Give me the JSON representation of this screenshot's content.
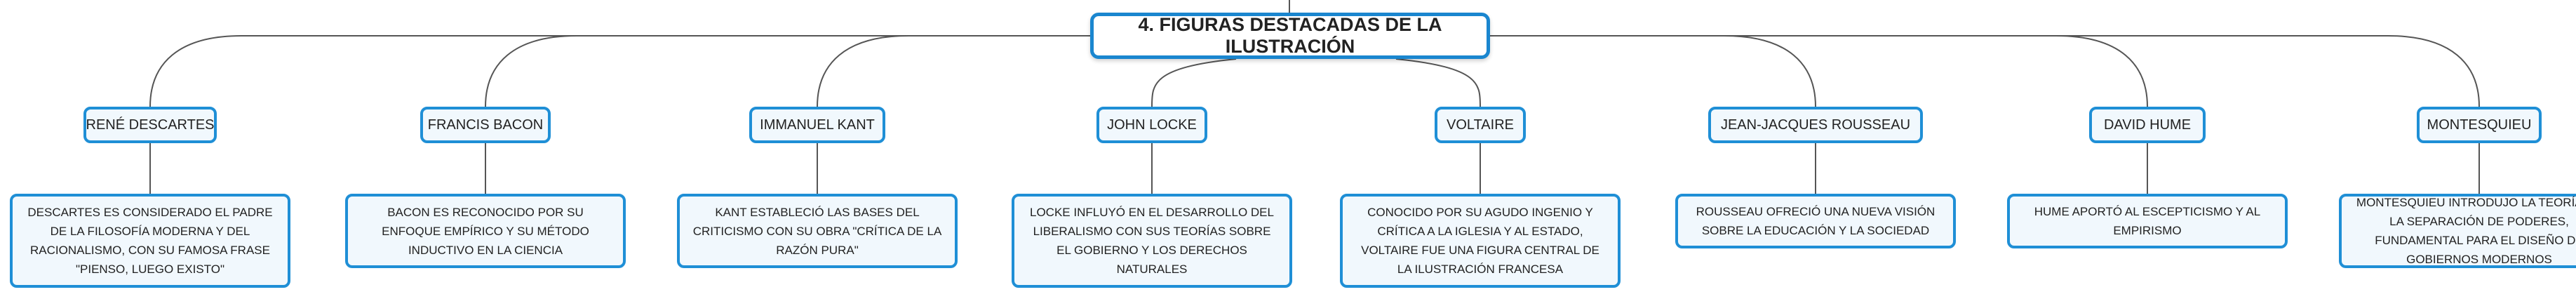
{
  "root": {
    "title": "4. FIGURAS DESTACADAS DE LA ILUSTRACIÓN"
  },
  "figures": [
    {
      "name": "RENÉ DESCARTES",
      "desc": "DESCARTES ES CONSIDERADO EL PADRE DE LA FILOSOFÍA MODERNA Y DEL RACIONALISMO, CON SU FAMOSA FRASE \"PIENSO, LUEGO EXISTO\""
    },
    {
      "name": "FRANCIS BACON",
      "desc": "BACON ES RECONOCIDO POR SU ENFOQUE EMPÍRICO Y SU MÉTODO INDUCTIVO EN LA CIENCIA"
    },
    {
      "name": "IMMANUEL KANT",
      "desc": "KANT ESTABLECIÓ LAS BASES DEL CRITICISMO CON SU OBRA \"CRÍTICA DE LA RAZÓN PURA\""
    },
    {
      "name": "JOHN LOCKE",
      "desc": "LOCKE INFLUYÓ EN EL DESARROLLO DEL LIBERALISMO CON SUS TEORÍAS SOBRE EL GOBIERNO Y LOS DERECHOS NATURALES"
    },
    {
      "name": "VOLTAIRE",
      "desc": "CONOCIDO POR SU AGUDO INGENIO Y CRÍTICA A LA IGLESIA Y AL ESTADO, VOLTAIRE FUE UNA FIGURA CENTRAL DE LA ILUSTRACIÓN FRANCESA"
    },
    {
      "name": "JEAN-JACQUES ROUSSEAU",
      "desc": "ROUSSEAU OFRECIÓ UNA NUEVA VISIÓN SOBRE LA EDUCACIÓN Y LA SOCIEDAD"
    },
    {
      "name": "DAVID HUME",
      "desc": "HUME APORTÓ AL ESCEPTICISMO Y AL EMPIRISMO"
    },
    {
      "name": "MONTESQUIEU",
      "desc": "MONTESQUIEU INTRODUJO LA TEORÍA DE LA SEPARACIÓN DE PODERES, FUNDAMENTAL PARA EL DISEÑO DE GOBIERNOS MODERNOS"
    }
  ]
}
